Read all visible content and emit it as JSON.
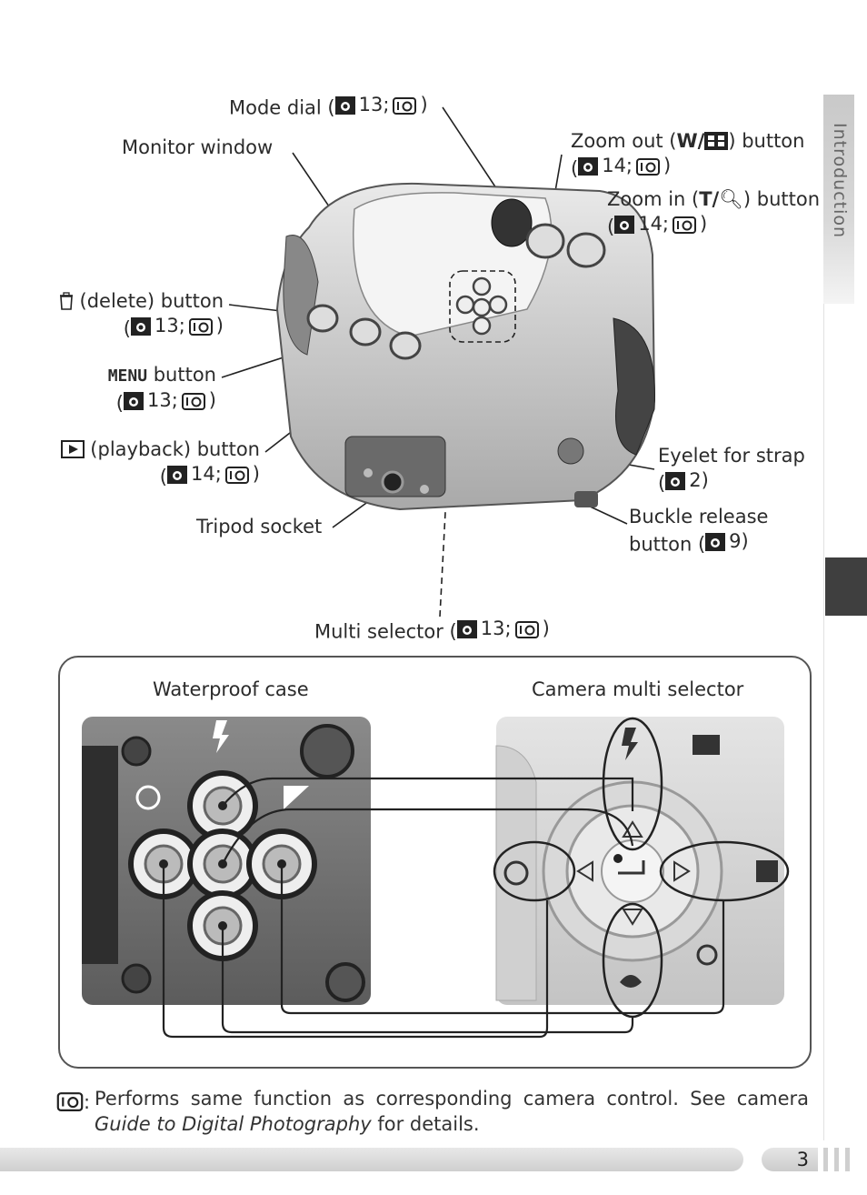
{
  "sidebar": {
    "section_label": "Introduction"
  },
  "labels": {
    "mode_dial": {
      "text": "Mode dial (",
      "ref": "13;",
      "close": ")"
    },
    "monitor_window": "Monitor window",
    "zoom_out": {
      "line1_a": "Zoom out (",
      "key": "W/",
      "line1_b": ") button",
      "ref": "14;",
      "close": ")"
    },
    "zoom_in": {
      "line1_a": "Zoom in (",
      "key": "T/",
      "line1_b": ") button",
      "ref": "14;",
      "close": ")"
    },
    "delete": {
      "line1": "(delete) button",
      "ref": "13;",
      "close": ")"
    },
    "menu": {
      "key": "MENU",
      "line1": " button",
      "ref": "13;",
      "close": ")"
    },
    "playback": {
      "line1": "(playback) button",
      "ref": "14;",
      "close": ")"
    },
    "tripod": "Tripod socket",
    "eyelet": {
      "line1": "Eyelet for strap",
      "ref": "2)"
    },
    "buckle": {
      "line1": "Buckle release",
      "line2a": "button (",
      "ref": "9)"
    },
    "multi_selector": {
      "text": "Multi selector (",
      "ref": "13;",
      "close": ")"
    }
  },
  "panel": {
    "left_title": "Waterproof case",
    "right_title": "Camera multi selector"
  },
  "footnote": {
    "sep": ":",
    "text_a": "Performs same function as corresponding camera control.  See camera ",
    "italic": "Guide to Digital Photography",
    "text_b": " for details."
  },
  "page_number": "3",
  "colors": {
    "dark_tab": "#3f3f3f",
    "line": "#222222",
    "panel_border": "#555555"
  }
}
